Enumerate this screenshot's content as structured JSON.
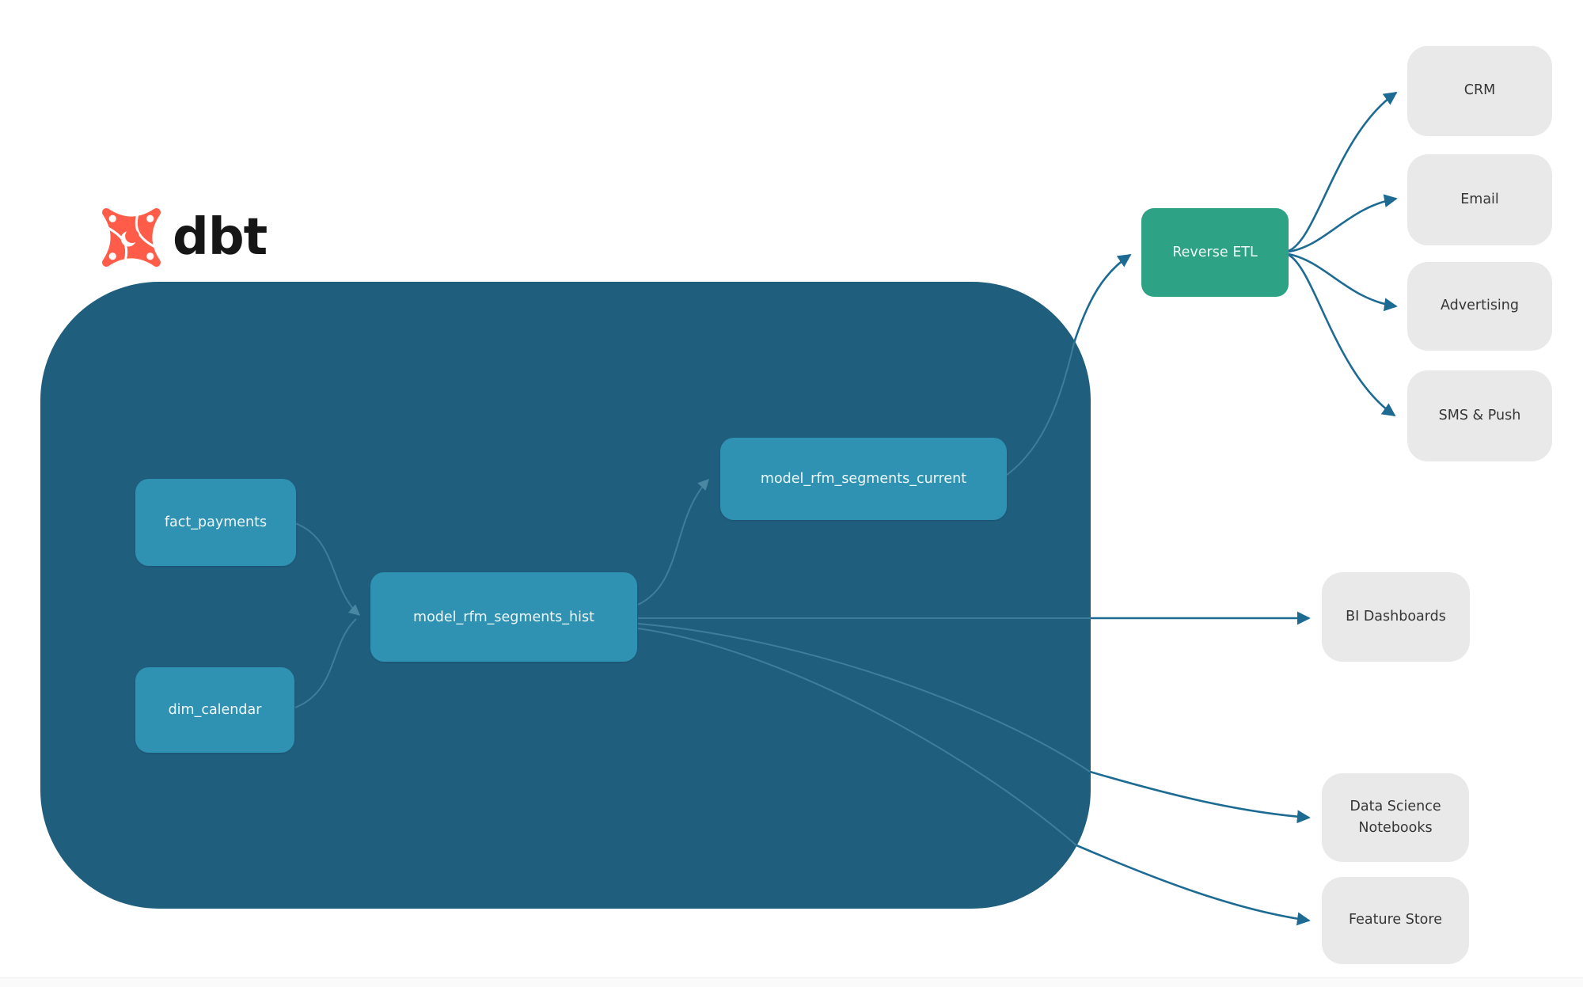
{
  "diagram": {
    "brand": {
      "name": "dbt"
    },
    "warehouse_nodes": [
      {
        "id": "fact_payments",
        "label": "fact_payments"
      },
      {
        "id": "dim_calendar",
        "label": "dim_calendar"
      },
      {
        "id": "model_rfm_segments_hist",
        "label": "model_rfm_segments_hist"
      },
      {
        "id": "model_rfm_segments_current",
        "label": "model_rfm_segments_current"
      }
    ],
    "reverse_etl": {
      "label": "Reverse ETL"
    },
    "activation_targets": [
      {
        "label": "CRM"
      },
      {
        "label": "Email"
      },
      {
        "label": "Advertising"
      },
      {
        "label": "SMS & Push"
      }
    ],
    "analytics_targets": [
      {
        "label": "BI Dashboards"
      },
      {
        "label": "Data Science Notebooks"
      },
      {
        "label": "Feature Store"
      }
    ],
    "edges": [
      {
        "from": "fact_payments",
        "to": "model_rfm_segments_hist"
      },
      {
        "from": "dim_calendar",
        "to": "model_rfm_segments_hist"
      },
      {
        "from": "model_rfm_segments_hist",
        "to": "model_rfm_segments_current"
      },
      {
        "from": "model_rfm_segments_hist",
        "to": "BI Dashboards"
      },
      {
        "from": "model_rfm_segments_hist",
        "to": "Data Science Notebooks"
      },
      {
        "from": "model_rfm_segments_hist",
        "to": "Feature Store"
      },
      {
        "from": "model_rfm_segments_current",
        "to": "Reverse ETL"
      },
      {
        "from": "Reverse ETL",
        "to": "CRM"
      },
      {
        "from": "Reverse ETL",
        "to": "Email"
      },
      {
        "from": "Reverse ETL",
        "to": "Advertising"
      },
      {
        "from": "Reverse ETL",
        "to": "SMS & Push"
      }
    ],
    "colors": {
      "container": "#205e7e",
      "model_node": "#2f92b2",
      "reverse_etl": "#2da285",
      "target_bg": "#e9e9e9",
      "edge_dark": "#1d6b93",
      "edge_light": "#3f7e9b",
      "logo_orange": "#ff5c49",
      "logo_text": "#161616"
    }
  }
}
